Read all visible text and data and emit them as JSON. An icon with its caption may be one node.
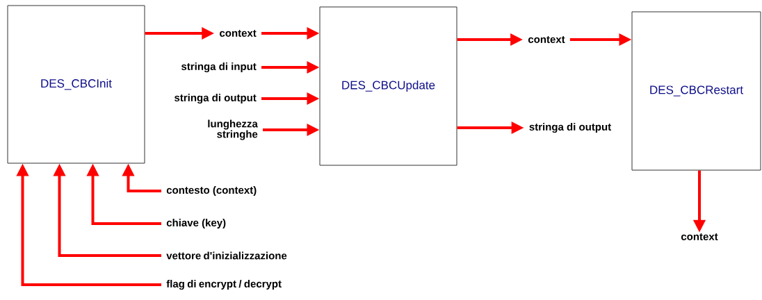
{
  "diagram": {
    "nodes": [
      {
        "text": [
          "DES_CBCInit"
        ]
      },
      {
        "text": [
          "DES_CBCUpdate"
        ]
      },
      {
        "text": [
          "DES_CBCRestart"
        ]
      },
      {
        "text": [
          "context"
        ]
      },
      {
        "text": [
          "stringa di input"
        ]
      },
      {
        "text": [
          "stringa di output"
        ]
      },
      {
        "text": [
          "lunghezza stringhe"
        ]
      },
      {
        "text": [
          "context"
        ]
      },
      {
        "text": [
          "stringa di output"
        ]
      },
      {
        "text": [
          "context"
        ]
      },
      {
        "text": [
          "contesto (context)"
        ]
      },
      {
        "text": [
          "chiave (key)"
        ]
      },
      {
        "text": [
          "vettore d'inizializzazione"
        ]
      },
      {
        "text": [
          "flag di encrypt / decrypt"
        ]
      }
    ],
    "edges": [
      {
        "from": 0,
        "to": 3,
        "arrow": "to"
      },
      {
        "from": 3,
        "to": 1,
        "arrow": "to"
      },
      {
        "from": 4,
        "to": 1,
        "arrow": "to"
      },
      {
        "from": 5,
        "to": 1,
        "arrow": "to"
      },
      {
        "from": 6,
        "to": 1,
        "arrow": "to"
      },
      {
        "from": 1,
        "to": 7,
        "arrow": "to"
      },
      {
        "from": 7,
        "to": 2,
        "arrow": "to"
      },
      {
        "from": 1,
        "to": 8,
        "arrow": "to"
      },
      {
        "from": 2,
        "to": 9,
        "arrow": "to"
      },
      {
        "from": 10,
        "to": 0,
        "arrow": "to"
      },
      {
        "from": 11,
        "to": 0,
        "arrow": "to"
      },
      {
        "from": 12,
        "to": 0,
        "arrow": "to"
      },
      {
        "from": 13,
        "to": 0,
        "arrow": "to"
      }
    ]
  }
}
